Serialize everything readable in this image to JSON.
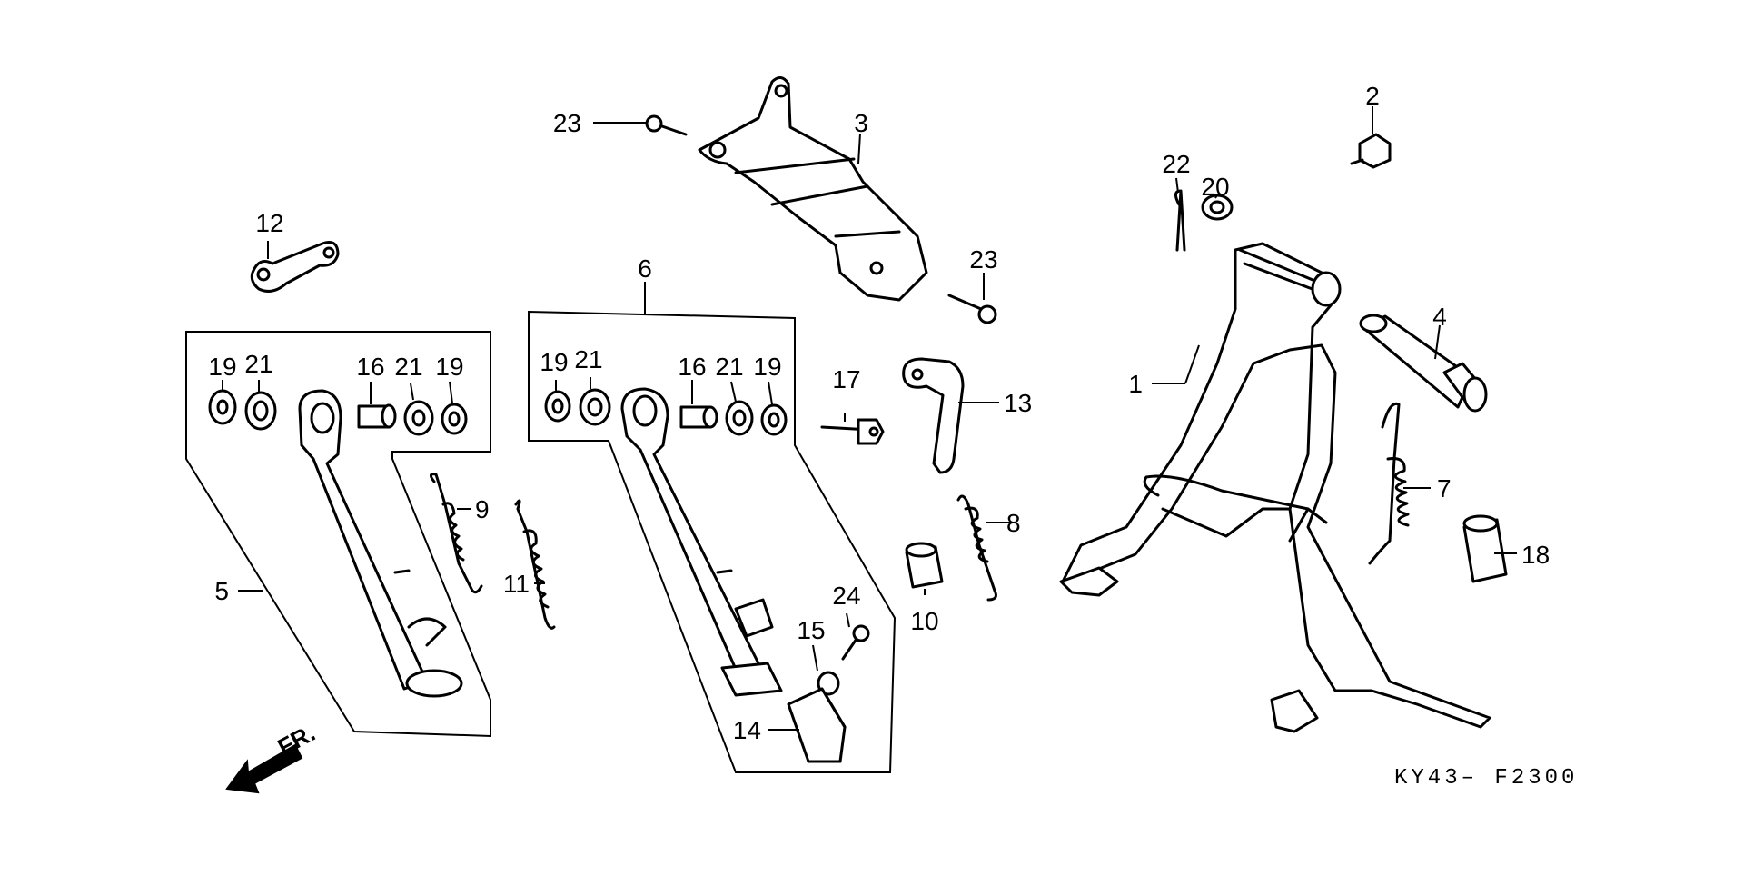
{
  "diagram": {
    "code": "KY43– F2300",
    "direction_label": "FR.",
    "labels": {
      "p1": "1",
      "p2": "2",
      "p3": "3",
      "p4": "4",
      "p5": "5",
      "p6": "6",
      "p7": "7",
      "p8": "8",
      "p9": "9",
      "p10": "10",
      "p11": "11",
      "p12": "12",
      "p13": "13",
      "p14": "14",
      "p15": "15",
      "p16a": "16",
      "p16b": "16",
      "p17": "17",
      "p18": "18",
      "p19a": "19",
      "p19b": "19",
      "p19c": "19",
      "p19d": "19",
      "p20": "20",
      "p21a": "21",
      "p21b": "21",
      "p21c": "21",
      "p21d": "21",
      "p22": "22",
      "p23a": "23",
      "p23b": "23",
      "p24": "24"
    }
  }
}
